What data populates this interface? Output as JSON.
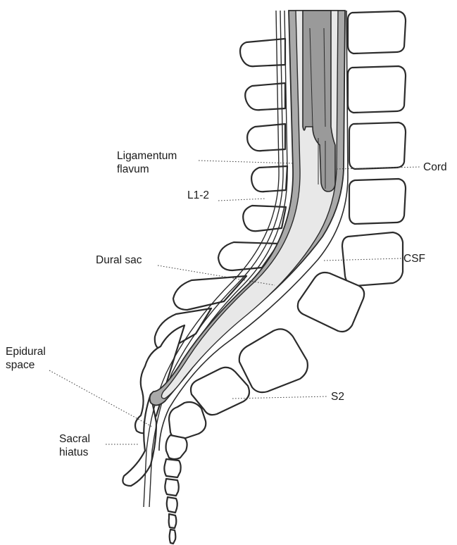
{
  "labels": {
    "ligamentum_flavum_line1": "Ligamentum",
    "ligamentum_flavum_line2": "flavum",
    "l1_2": "L1-2",
    "dural_sac": "Dural sac",
    "epidural_space_line1": "Epidural",
    "epidural_space_line2": "space",
    "sacral_hiatus_line1": "Sacral",
    "sacral_hiatus_line2": "hiatus",
    "cord": "Cord",
    "csf": "CSF",
    "s2": "S2"
  },
  "colors": {
    "outline": "#2b2b2b",
    "bone_fill": "#ffffff",
    "csf_fill": "#e8e8e8",
    "dura_band": "#a9a9a9",
    "cord_fill": "#9a9a9a"
  }
}
